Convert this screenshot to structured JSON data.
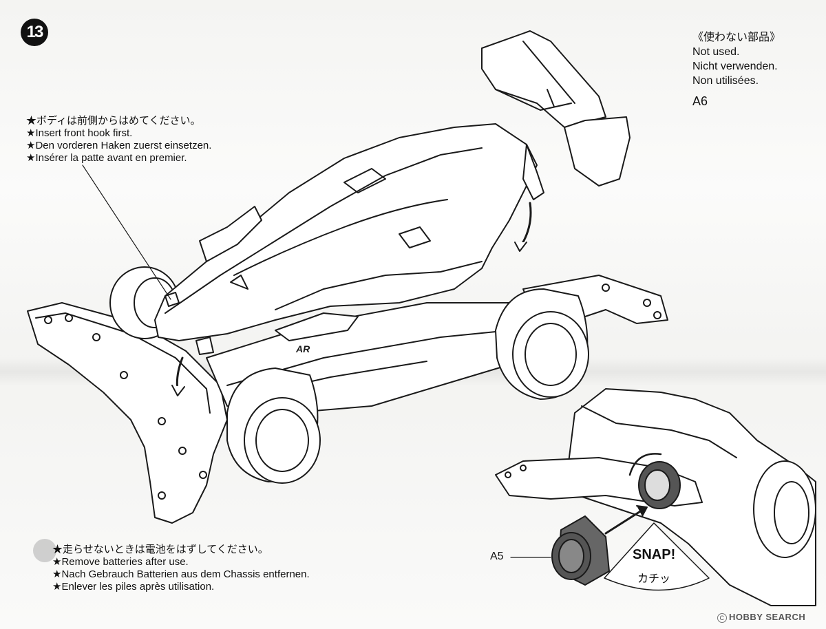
{
  "step": {
    "number": "13"
  },
  "unused_parts": {
    "jp": "《使わない部品》",
    "en": "Not used.",
    "de": "Nicht verwenden.",
    "fr": "Non utilisées.",
    "part": "A6"
  },
  "body_note": {
    "jp": "★ボディは前側からはめてください。",
    "en": "★Insert front hook first.",
    "de": "★Den vorderen Haken zuerst einsetzen.",
    "fr": "★Insérer la patte avant en premier."
  },
  "battery_note": {
    "jp": "★走らせないときは電池をはずしてください。",
    "en": "★Remove batteries after use.",
    "de": "★Nach Gebrauch Batterien aus dem Chassis entfernen.",
    "fr": "★Enlever les piles après utilisation."
  },
  "inset": {
    "part_label": "A5",
    "snap": "SNAP!",
    "snap_jp": "カチッ"
  },
  "chassis_mark": "AR",
  "watermark": {
    "symbol": "C",
    "brand": "HOBBY SEARCH"
  }
}
